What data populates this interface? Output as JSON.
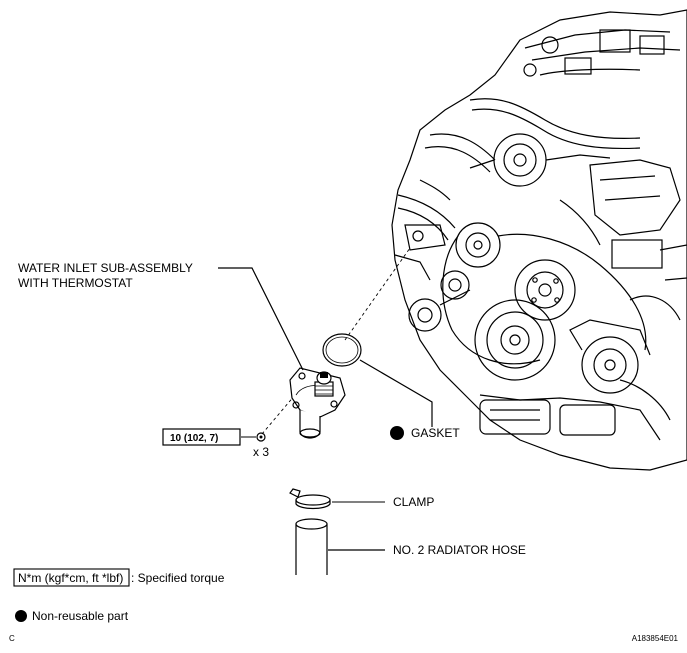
{
  "labels": {
    "water_inlet_line1": "WATER INLET SUB-ASSEMBLY",
    "water_inlet_line2": "WITH THERMOSTAT",
    "gasket": "GASKET",
    "clamp": "CLAMP",
    "radiator_hose": "NO. 2 RADIATOR HOSE",
    "torque_value": "10 (102, 7)",
    "bolt_count": "x 3"
  },
  "legend": {
    "torque_units": "N*m (kgf*cm, ft *lbf)",
    "torque_text": ": Specified torque",
    "nonreusable_text": "Non-reusable part"
  },
  "corner": {
    "left": "C",
    "right": "A183854E01"
  },
  "icons": {
    "nonreusable_marker": "filled-circle-icon",
    "bolt": "bolt-icon"
  }
}
